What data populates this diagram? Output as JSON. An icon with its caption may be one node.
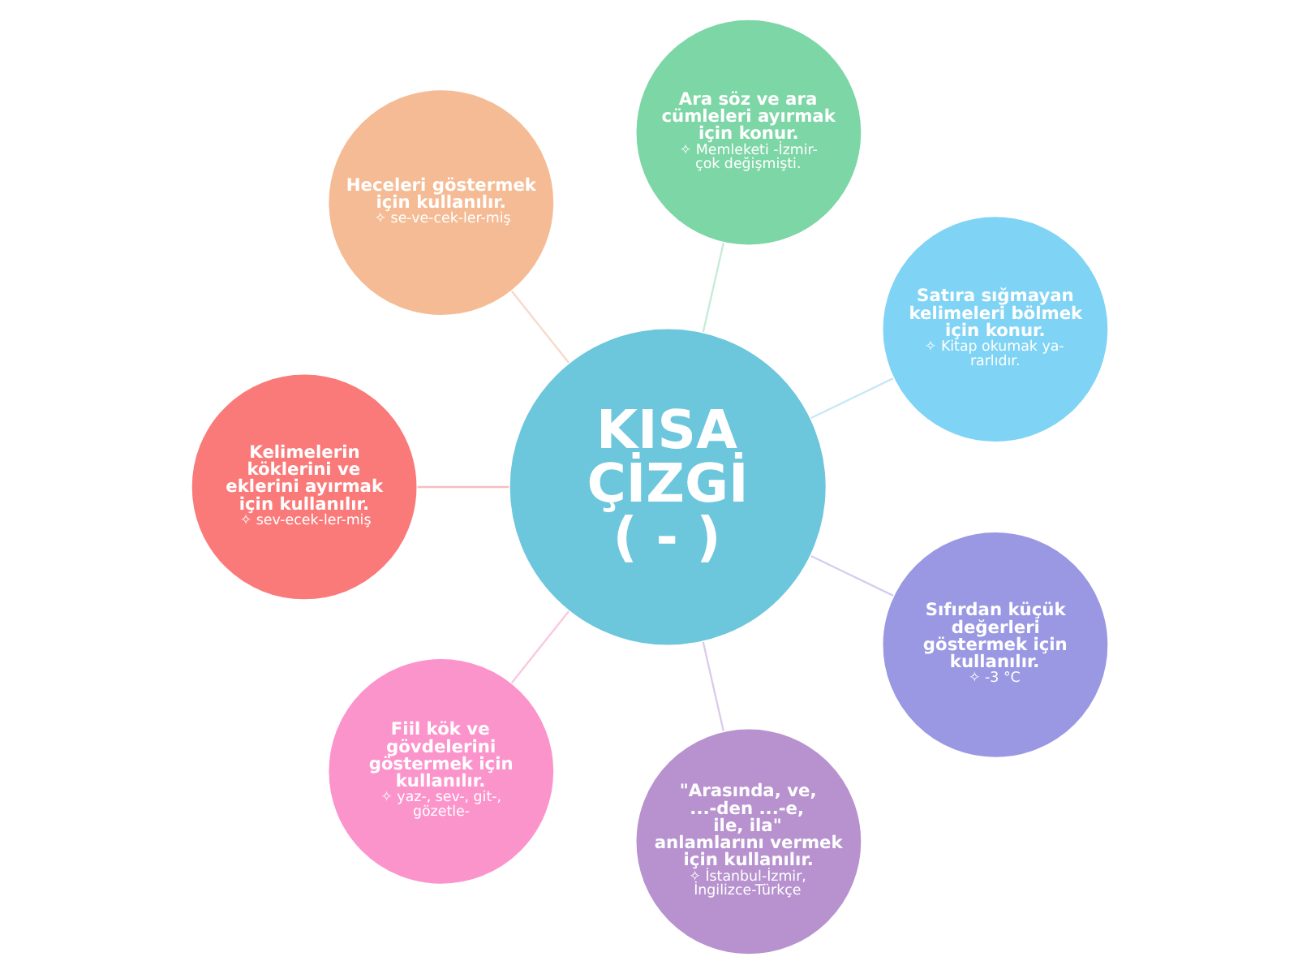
{
  "diagram": {
    "nodes": [
      {
        "text": [
          "KISA ÇİZGİ ( - )"
        ]
      },
      {
        "text": [
          "Satıra sığmayan kelimeleri bölmek için konur.",
          "✧ Kitap okumak ya- rarlıdır."
        ]
      },
      {
        "text": [
          "Ara söz ve ara cümleleri ayırmak için konur.",
          "✧ Memleketi -İzmir- çok değişmişti."
        ]
      },
      {
        "text": [
          "Heceleri göstermek için kullanılır.",
          "✧ se-ve-cek-ler-miş"
        ]
      },
      {
        "text": [
          "Kelimelerin köklerini ve eklerini ayırmak için kullanılır.",
          "✧ sev-ecek-ler-miş"
        ]
      },
      {
        "text": [
          "Fiil kök ve gövdelerini göstermek için kullanılır.",
          "✧ yaz-, sev-, git-, gözetle-"
        ]
      },
      {
        "text": [
          "\"Arasında, ve, ...-den ...-e, ile, ila\" anlamlarını vermek için kullanılır.",
          "✧ İstanbul-İzmir, İngilizce-Türkçe"
        ]
      },
      {
        "text": [
          "Sıfırdan küçük değerleri göstermek için kullanılır.",
          "✧ -3 °C"
        ]
      }
    ],
    "edges": [
      {
        "from": 0,
        "to": 1,
        "arrow": "none",
        "color": "#c8e8f4"
      },
      {
        "from": 0,
        "to": 2,
        "arrow": "none",
        "color": "#c4ecd8"
      },
      {
        "from": 0,
        "to": 3,
        "arrow": "none",
        "color": "#f8d8c8"
      },
      {
        "from": 0,
        "to": 4,
        "arrow": "none",
        "color": "#f4c0c0"
      },
      {
        "from": 0,
        "to": 5,
        "arrow": "none",
        "color": "#f8c8e0"
      },
      {
        "from": 0,
        "to": 6,
        "arrow": "none",
        "color": "#dccbe8"
      },
      {
        "from": 0,
        "to": 7,
        "arrow": "none",
        "color": "#d0d0f0"
      }
    ]
  }
}
